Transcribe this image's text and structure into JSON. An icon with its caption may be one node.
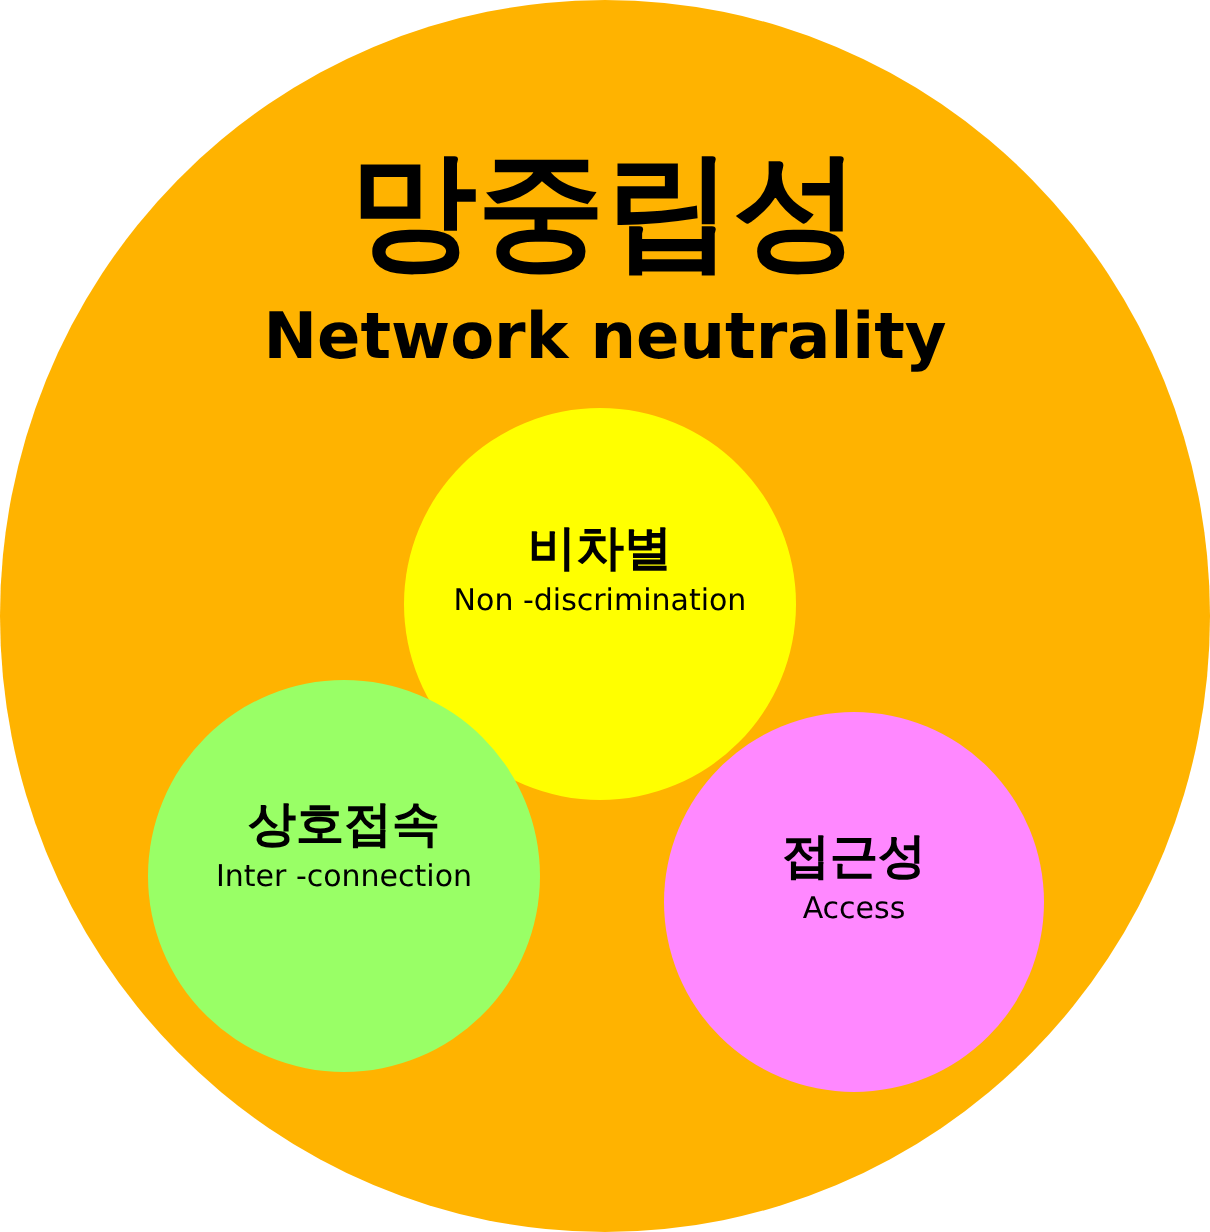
{
  "diagram": {
    "nodes": [
      {
        "text": [
          "망중립성",
          "Network neutrality"
        ]
      },
      {
        "text": [
          "비차별",
          "Non -discrimination"
        ],
        "in": 0
      },
      {
        "text": [
          "상호접속",
          "Inter -connection"
        ],
        "in": 0
      },
      {
        "text": [
          "접근성",
          "Access"
        ],
        "in": 0
      }
    ]
  }
}
